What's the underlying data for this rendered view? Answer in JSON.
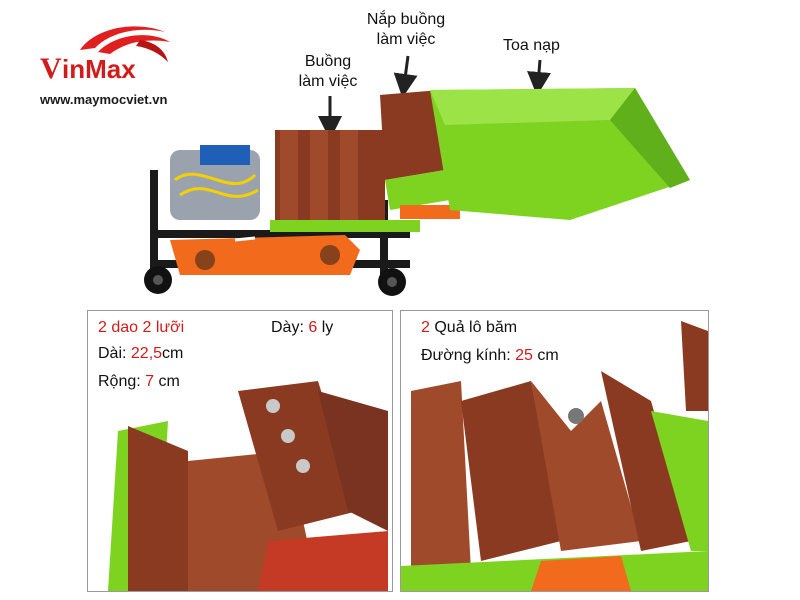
{
  "brand": {
    "logo_text": "VinMax",
    "website": "www.maymocviet.vn"
  },
  "callouts": {
    "chamber_cover_line1": "Nắp buồng",
    "chamber_cover_line2": "làm việc",
    "chamber_line1": "Buồng",
    "chamber_line2": "làm việc",
    "feed_tray": "Toa nạp"
  },
  "left_panel": {
    "knives": {
      "count": "2",
      "text": " dao ",
      "count2": "2",
      "text2": " lưỡi"
    },
    "thickness": {
      "label": "Dày: ",
      "value": "6",
      "unit": " ly"
    },
    "length": {
      "label": "Dài: ",
      "value": "22,5",
      "unit": "cm"
    },
    "width": {
      "label": "Rộng: ",
      "value": "7",
      "unit": " cm"
    }
  },
  "right_panel": {
    "rollers": {
      "count": "2",
      "text": " Quả lô băm"
    },
    "diameter": {
      "label": "Đường kính: ",
      "value": "25",
      "unit": " cm"
    }
  },
  "colors": {
    "accent_red": "#d21b1b",
    "machine_green": "#7ed321",
    "machine_orange": "#f26a1b",
    "chamber_brown": "#8b3a22"
  }
}
